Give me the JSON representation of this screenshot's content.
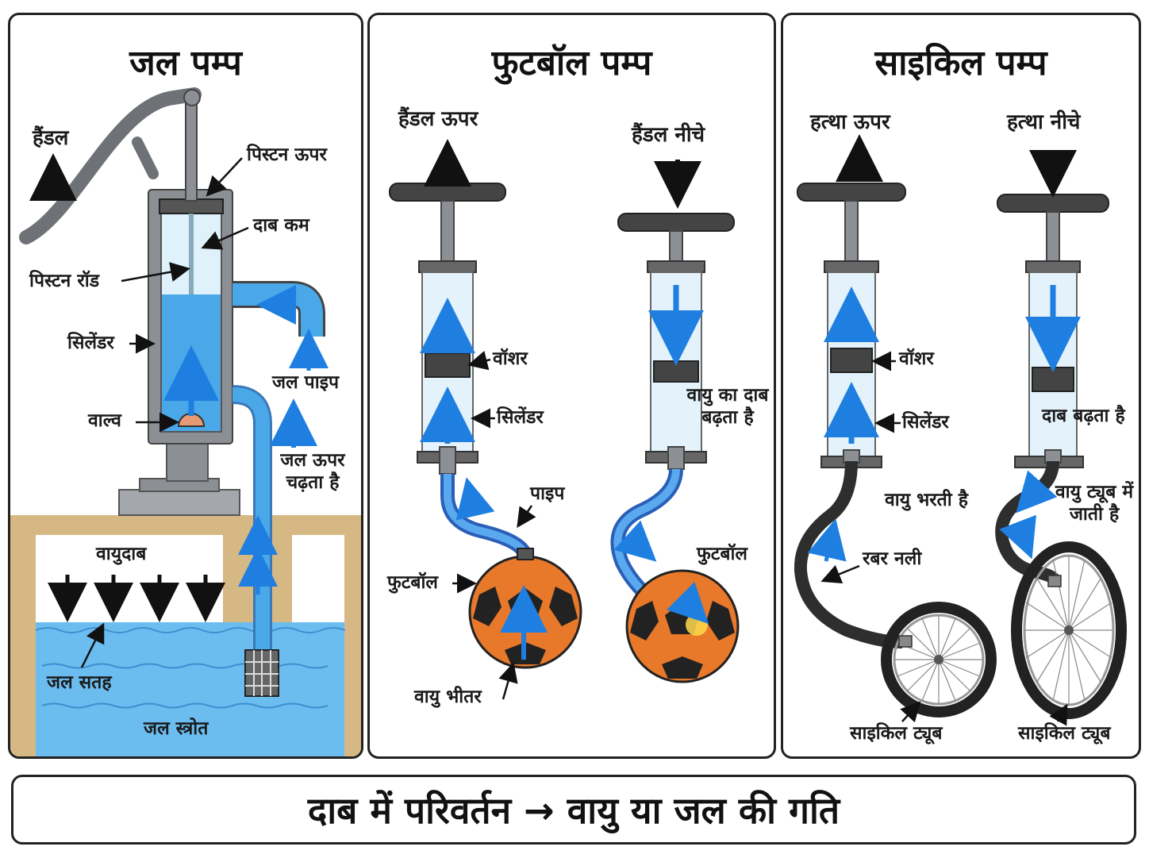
{
  "panels": {
    "water_pump": {
      "title": "जल पम्प",
      "labels": {
        "handle": "हैंडल",
        "piston_up": "पिस्टन ऊपर",
        "pressure_low": "दाब कम",
        "piston_rod": "पिस्टन रॉड",
        "cylinder": "सिलेंडर",
        "valve": "वाल्व",
        "water_pipe": "जल पाइप",
        "water_rises": "जल ऊपर चढ़ता है",
        "air_pressure": "वायुदाब",
        "water_surface": "जल सतह",
        "water_source": "जल स्त्रोत"
      }
    },
    "football_pump": {
      "title": "फुटबॉल पम्प",
      "labels": {
        "handle_up": "हैंडल ऊपर",
        "handle_down": "हैंडल नीचे",
        "washer": "वॉशर",
        "cylinder": "सिलेंडर",
        "pipe": "पाइप",
        "football_left": "फुटबॉल",
        "football_right": "फुटबॉल",
        "air_inside": "वायु भीतर",
        "air_pressure_rises": "वायु का दाब बढ़ता है"
      }
    },
    "cycle_pump": {
      "title": "साइकिल पम्प",
      "labels": {
        "handle_up": "हत्था ऊपर",
        "handle_down": "हत्था नीचे",
        "washer": "वॉशर",
        "cylinder": "सिलेंडर",
        "air_fills": "वायु भरती है",
        "rubber_tube": "रबर नली",
        "tube_left": "साइकिल ट्यूब",
        "tube_right": "साइकिल ट्यूब",
        "pressure_rises": "दाब बढ़ता है",
        "air_into_tube": "वायु ट्यूब में जाती है"
      }
    }
  },
  "footer": {
    "text": "दाब में परिवर्तन → वायु या जल की गति"
  },
  "colors": {
    "water": "#4aa8e8",
    "arrow_blue": "#1e7fe0",
    "metal": "#8c8f94",
    "soil": "#d6b884",
    "ball_orange": "#e8782a",
    "handle_dark": "#444444"
  }
}
